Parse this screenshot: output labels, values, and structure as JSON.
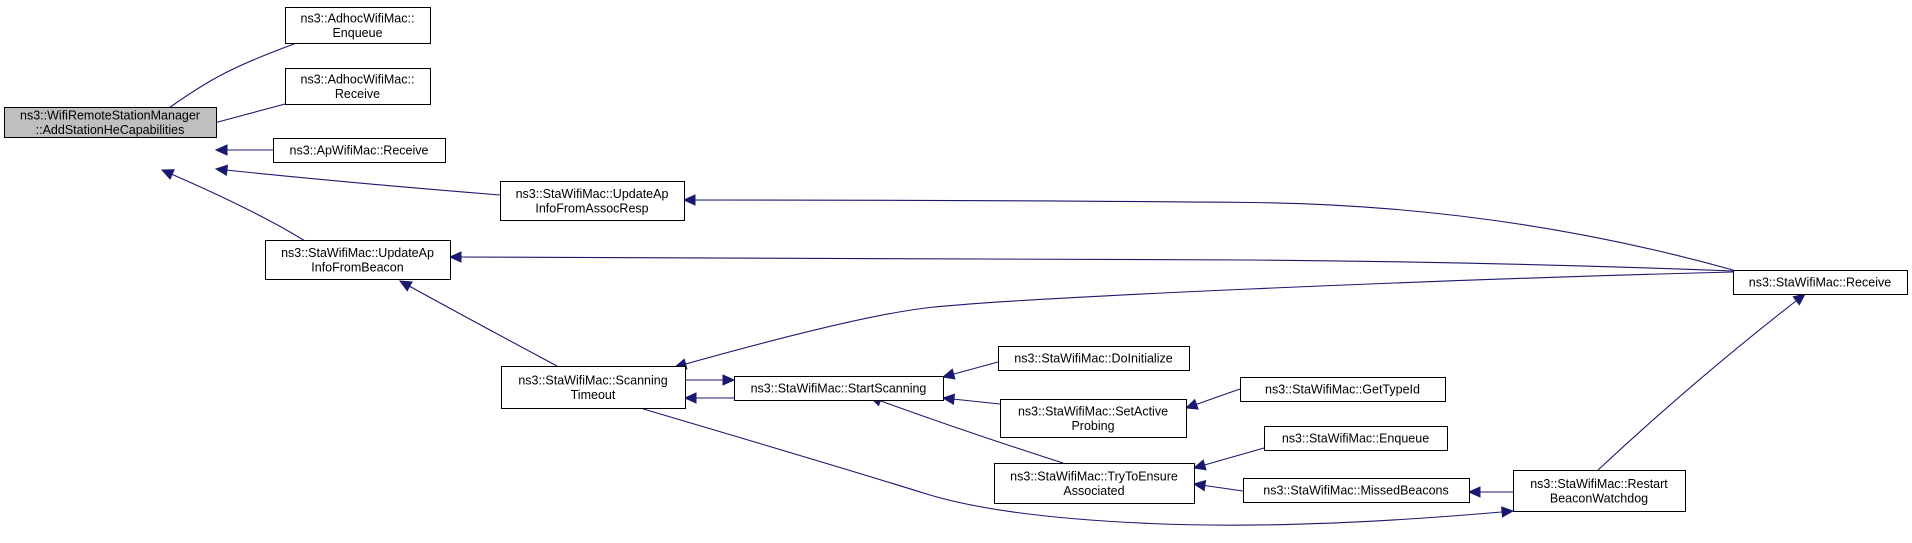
{
  "diagram": {
    "nodes": [
      {
        "id": "root",
        "lines": [
          "ns3::WifiRemoteStationManager",
          "::AddStationHeCapabilities"
        ],
        "highlighted": true
      },
      {
        "id": "adhoc_enqueue",
        "lines": [
          "ns3::AdhocWifiMac::",
          "Enqueue"
        ]
      },
      {
        "id": "adhoc_receive",
        "lines": [
          "ns3::AdhocWifiMac::",
          "Receive"
        ]
      },
      {
        "id": "ap_receive",
        "lines": [
          "ns3::ApWifiMac::Receive"
        ]
      },
      {
        "id": "update_assoc",
        "lines": [
          "ns3::StaWifiMac::UpdateAp",
          "InfoFromAssocResp"
        ]
      },
      {
        "id": "update_beacon",
        "lines": [
          "ns3::StaWifiMac::UpdateAp",
          "InfoFromBeacon"
        ]
      },
      {
        "id": "scanning_timeout",
        "lines": [
          "ns3::StaWifiMac::Scanning",
          "Timeout"
        ]
      },
      {
        "id": "start_scanning",
        "lines": [
          "ns3::StaWifiMac::StartScanning"
        ]
      },
      {
        "id": "do_initialize",
        "lines": [
          "ns3::StaWifiMac::DoInitialize"
        ]
      },
      {
        "id": "set_active_probing",
        "lines": [
          "ns3::StaWifiMac::SetActive",
          "Probing"
        ]
      },
      {
        "id": "get_type_id",
        "lines": [
          "ns3::StaWifiMac::GetTypeId"
        ]
      },
      {
        "id": "try_to_ensure",
        "lines": [
          "ns3::StaWifiMac::TryToEnsure",
          "Associated"
        ]
      },
      {
        "id": "sta_enqueue",
        "lines": [
          "ns3::StaWifiMac::Enqueue"
        ]
      },
      {
        "id": "missed_beacons",
        "lines": [
          "ns3::StaWifiMac::MissedBeacons"
        ]
      },
      {
        "id": "restart_watchdog",
        "lines": [
          "ns3::StaWifiMac::Restart",
          "BeaconWatchdog"
        ]
      },
      {
        "id": "sta_receive",
        "lines": [
          "ns3::StaWifiMac::Receive"
        ]
      }
    ],
    "edges": [
      {
        "from": "adhoc_enqueue",
        "to": "root"
      },
      {
        "from": "adhoc_receive",
        "to": "root"
      },
      {
        "from": "ap_receive",
        "to": "root"
      },
      {
        "from": "update_assoc",
        "to": "root"
      },
      {
        "from": "update_beacon",
        "to": "root"
      },
      {
        "from": "sta_receive",
        "to": "update_assoc"
      },
      {
        "from": "sta_receive",
        "to": "update_beacon"
      },
      {
        "from": "scanning_timeout",
        "to": "update_beacon"
      },
      {
        "from": "sta_receive",
        "to": "scanning_timeout"
      },
      {
        "from": "start_scanning",
        "to": "scanning_timeout"
      },
      {
        "from": "scanning_timeout",
        "to": "start_scanning"
      },
      {
        "from": "do_initialize",
        "to": "start_scanning"
      },
      {
        "from": "set_active_probing",
        "to": "start_scanning"
      },
      {
        "from": "try_to_ensure",
        "to": "start_scanning"
      },
      {
        "from": "get_type_id",
        "to": "set_active_probing"
      },
      {
        "from": "sta_enqueue",
        "to": "try_to_ensure"
      },
      {
        "from": "missed_beacons",
        "to": "try_to_ensure"
      },
      {
        "from": "scanning_timeout",
        "to": "restart_watchdog"
      },
      {
        "from": "restart_watchdog",
        "to": "missed_beacons"
      },
      {
        "from": "restart_watchdog",
        "to": "sta_receive"
      }
    ],
    "colors": {
      "edge": "#191970",
      "node_border": "#000000",
      "node_fill": "#ffffff",
      "highlight_fill": "#bfbfbf"
    }
  }
}
